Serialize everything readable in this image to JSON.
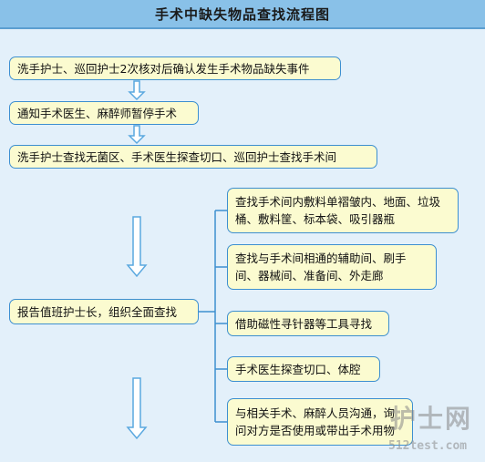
{
  "title": "手术中缺失物品查找流程图",
  "steps": [
    "洗手护士、巡回护士2次核对后确认发生手术物品缺失事件",
    "通知手术医生、麻醉师暂停手术",
    "洗手护士查找无菌区、手术医生探查切口、巡回护士查找手术间",
    "报告值班护士长，组织全面查找"
  ],
  "branches": [
    "查找手术间内敷料单褶皱内、地面、垃圾桶、敷料筐、标本袋、吸引器瓶",
    "查找与手术间相通的辅助间、刷手间、器械间、准备间、外走廊",
    "借助磁性寻针器等工具寻找",
    "手术医生探查切口、体腔",
    "与相关手术、麻醉人员沟通，询问对方是否使用或带出手术用物"
  ],
  "watermark": {
    "logo": "护士网",
    "url": "512test.com"
  },
  "colors": {
    "title_bg": "#89c1e8",
    "box_fill": "#fbfbd0",
    "box_border": "#3d8fd0",
    "arrow_fill": "#ffffff",
    "arrow_stroke": "#5aa8df",
    "connector": "#3d8fd0"
  }
}
